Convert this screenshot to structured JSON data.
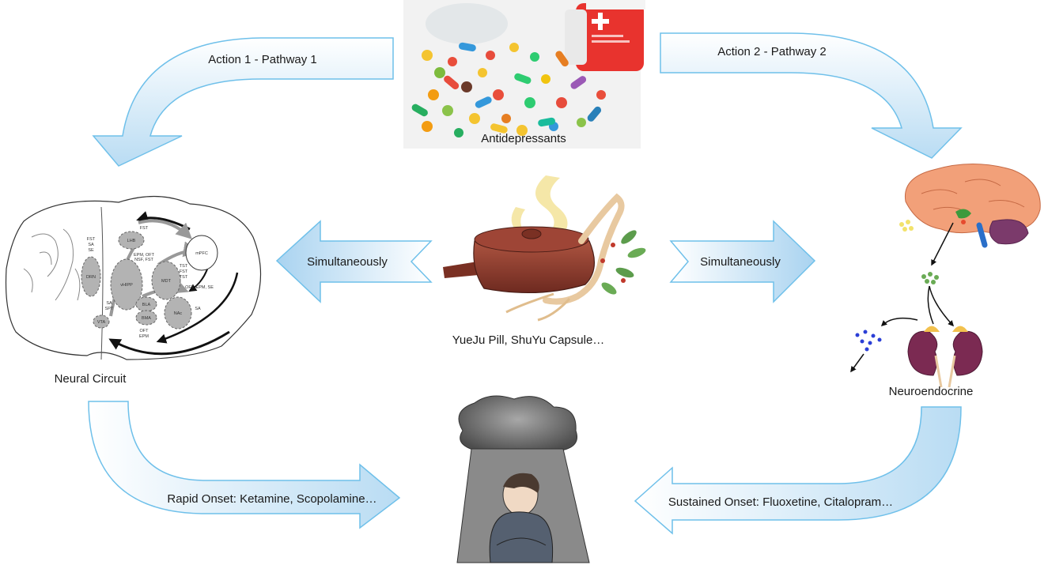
{
  "arrows": {
    "pathway1": "Action 1 - Pathway 1",
    "pathway2": "Action 2 - Pathway 2",
    "simultaneously_left": "Simultaneously",
    "simultaneously_right": "Simultaneously",
    "rapid_onset": "Rapid Onset: Ketamine, Scopolamine…",
    "sustained_onset": "Sustained Onset: Fluoxetine, Citalopram…"
  },
  "nodes": {
    "antidepressants": "Antidepressants",
    "neural_circuit": "Neural Circuit",
    "neuroendocrine": "Neuroendocrine",
    "herbal_medicine": "YueJu Pill, ShuYu Capsule…"
  },
  "brain_regions": {
    "drn": "DRN",
    "lhb": "LHB",
    "mpfc": "mPFC",
    "vhipp": "vHIPP",
    "mdt": "MDT",
    "bla": "BLA",
    "bma": "BMA",
    "nac": "NAc",
    "vta": "VTA"
  },
  "brain_tests": {
    "t1": "FST",
    "t2": "SA",
    "t3": "SE",
    "t4": "FST",
    "t5": "EPM, OFT",
    "t6": "NSF, FST",
    "t7": "TST",
    "t8": "FST",
    "t9": "TST",
    "t10": "OFT, EPM, SE",
    "t11": "SA",
    "t12": "SPT",
    "t13": "SA",
    "t14": "OFT",
    "t15": "EPM"
  },
  "colors": {
    "arrow_fill_light": "#ffffff",
    "arrow_fill_dark": "#b9dcf3",
    "arrow_stroke": "#6fc0ea",
    "region_fill": "#b3b3b3"
  }
}
